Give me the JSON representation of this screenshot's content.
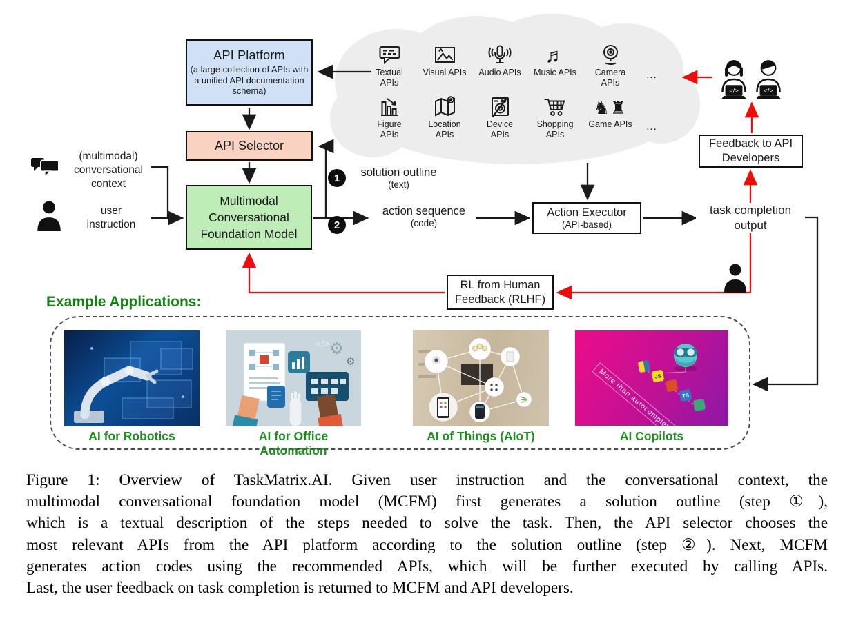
{
  "diagram": {
    "api_platform_title": "API Platform",
    "api_platform_subtitle": "(a large collection of APIs with a unified API documentation schema)",
    "api_selector_label": "API Selector",
    "mcfm_label": "Multimodal Conversational Foundation Model",
    "context_label": "(multimodal) conversational context",
    "instruction_label": "user instruction",
    "step1_num": "1",
    "step1_label": "solution outline",
    "step1_sub": "(text)",
    "step2_num": "2",
    "step2_label": "action sequence",
    "step2_sub": "(code)",
    "action_executor_title": "Action Executor",
    "action_executor_subtitle": "(API-based)",
    "task_output_label": "task completion output",
    "feedback_box_label": "Feedback to API Developers",
    "rlhf_label": "RL from Human Feedback (RLHF)",
    "glyphs": {
      "music": "♬",
      "chess": "♞♜",
      "code": "</>",
      "ellipsis": "..."
    },
    "api_cloud": {
      "row1": [
        {
          "icon": "speech-bubble-icon",
          "label": "Textual APIs"
        },
        {
          "icon": "picture-icon",
          "label": "Visual APIs"
        },
        {
          "icon": "microphone-icon",
          "label": "Audio APIs"
        },
        {
          "icon": "music-notes-icon",
          "label": "Music APIs"
        },
        {
          "icon": "webcam-icon",
          "label": "Camera APIs"
        }
      ],
      "row2": [
        {
          "icon": "bar-chart-icon",
          "label": "Figure APIs"
        },
        {
          "icon": "map-icon",
          "label": "Location APIs"
        },
        {
          "icon": "washing-machine-icon",
          "label": "Device APIs"
        },
        {
          "icon": "shopping-cart-icon",
          "label": "Shopping APIs"
        },
        {
          "icon": "chess-icon",
          "label": "Game APIs"
        }
      ]
    }
  },
  "examples": {
    "heading": "Example Applications:",
    "items": [
      {
        "caption": "AI for Robotics"
      },
      {
        "caption": "AI for Office Automation"
      },
      {
        "caption": "AI of Things (AIoT)"
      },
      {
        "caption": "AI Copilots"
      }
    ],
    "copilot_watermark": "More than autocomplete",
    "badges": [
      {
        "name": "python-badge",
        "label": ""
      },
      {
        "name": "js-badge",
        "label": "JS"
      },
      {
        "name": "red-badge",
        "label": ""
      },
      {
        "name": "ts-badge",
        "label": "TS"
      },
      {
        "name": "green-badge",
        "label": ""
      }
    ]
  },
  "caption": {
    "lines": [
      "Figure 1: Overview of TaskMatrix.AI. Given user instruction and the conversational context, the",
      "multimodal conversational foundation model (MCFM) first generates a solution outline (step ①),",
      "which is a textual description of the steps needed to solve the task. Then, the API selector chooses the",
      "most relevant APIs from the API platform according to the solution outline (step ②). Next, MCFM",
      "generates action codes using the recommended APIs, which will be further executed by calling APIs.",
      "Last, the user feedback on task completion is returned to MCFM and API developers."
    ]
  },
  "colors": {
    "api_platform_fill": "#cfe0f7",
    "api_selector_fill": "#f9d2c1",
    "mcfm_fill": "#bfedb7",
    "cloud_fill": "#ededed",
    "arrow_red": "#e8100c",
    "arrow_black": "#1a1a1a",
    "caption_green": "#1e8e1e",
    "heading_green": "#128212"
  }
}
